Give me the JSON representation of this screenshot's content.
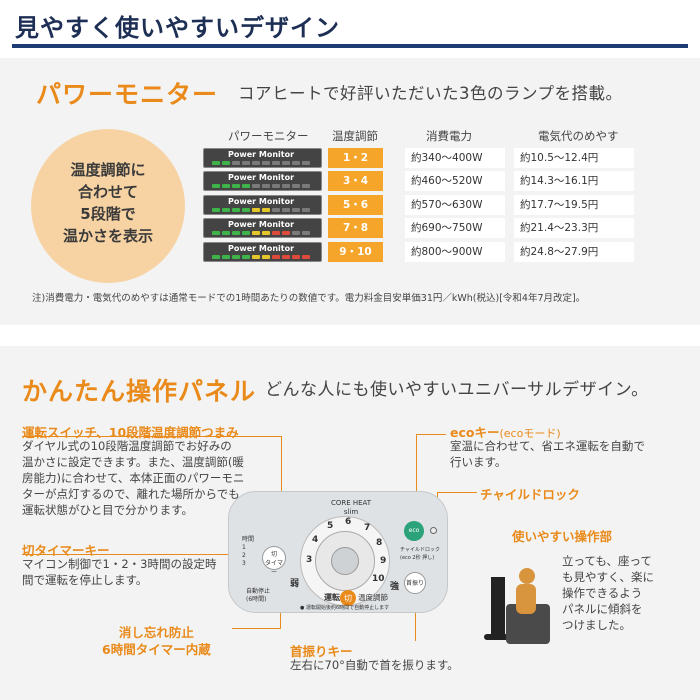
{
  "header": {
    "title": "見やすく使いやすいデザイン"
  },
  "monitor": {
    "heading": "パワーモニター",
    "lead": "コアヒートで好評いただいた3色のランプを搭載。",
    "circle_text": "温度調節に\n合わせて\n5段階で\n温かさを表示",
    "columns": [
      "パワーモニター",
      "温度調節",
      "消費電力",
      "電気代のめやす"
    ],
    "pm_label": "Power Monitor",
    "rows": [
      {
        "temp": "1・2",
        "power": "約340〜400W",
        "cost": "約10.5〜12.4円",
        "lamps": [
          "#3db34a",
          "#3db34a",
          "#7a7a7a",
          "#7a7a7a",
          "#7a7a7a",
          "#7a7a7a",
          "#7a7a7a",
          "#7a7a7a",
          "#7a7a7a",
          "#7a7a7a"
        ]
      },
      {
        "temp": "3・4",
        "power": "約460〜520W",
        "cost": "約14.3〜16.1円",
        "lamps": [
          "#3db34a",
          "#3db34a",
          "#3db34a",
          "#3db34a",
          "#7a7a7a",
          "#7a7a7a",
          "#7a7a7a",
          "#7a7a7a",
          "#7a7a7a",
          "#7a7a7a"
        ]
      },
      {
        "temp": "5・6",
        "power": "約570〜630W",
        "cost": "約17.7〜19.5円",
        "lamps": [
          "#3db34a",
          "#3db34a",
          "#3db34a",
          "#3db34a",
          "#e6c72a",
          "#e6c72a",
          "#7a7a7a",
          "#7a7a7a",
          "#7a7a7a",
          "#7a7a7a"
        ]
      },
      {
        "temp": "7・8",
        "power": "約690〜750W",
        "cost": "約21.4〜23.3円",
        "lamps": [
          "#3db34a",
          "#3db34a",
          "#3db34a",
          "#3db34a",
          "#e6c72a",
          "#e6c72a",
          "#e04a3a",
          "#e04a3a",
          "#7a7a7a",
          "#7a7a7a"
        ]
      },
      {
        "temp": "9・10",
        "power": "約800〜900W",
        "cost": "約24.8〜27.9円",
        "lamps": [
          "#3db34a",
          "#3db34a",
          "#3db34a",
          "#3db34a",
          "#e6c72a",
          "#e6c72a",
          "#e04a3a",
          "#e04a3a",
          "#e04a3a",
          "#e04a3a"
        ]
      }
    ],
    "note": "注)消費電力・電気代のめやすは通常モードでの1時間あたりの数値です。電力料金目安単価31円／kWh(税込)[令和4年7月改定]。"
  },
  "panel": {
    "heading": "かんたん操作パネル",
    "lead": "どんな人にも使いやすいユニバーサルデザイン。",
    "dial_label": "運転スイッチ、10段階温度調節つまみ",
    "dial_desc": "ダイヤル式の10段階温度調節でお好みの\n温かさに設定できます。また、温度調節(暖\n房能力)に合わせて、本体正面のパワーモニ\nターが点灯するので、離れた場所からでも\n運転状態がひと目で分かります。",
    "timer_label": "切タイマーキー",
    "timer_desc": "マイコン制御で1・2・3時間の設定時\n間で運転を停止します。",
    "safety_label": "消し忘れ防止\n6時間タイマー内蔵",
    "swing_label": "首振りキー",
    "swing_desc": "左右に70°自動で首を振ります。",
    "eco_label": "ecoキー",
    "eco_mode": "(ecoモード)",
    "eco_desc": "室温に合わせて、省エネ運転を自動で\n行います。",
    "childlock_label": "チャイルドロック",
    "easy_label": "使いやすい操作部",
    "easy_desc": "立っても、座って\nも見やすく、楽に\n操作できるよう\nパネルに傾斜を\nつけました。",
    "brand": "CORE HEAT\nslim",
    "dial_numbers": [
      "3",
      "4",
      "5",
      "6",
      "7",
      "8",
      "9",
      "10"
    ],
    "weak": "弱",
    "strong": "強",
    "run_text": "運転",
    "off_text": "切",
    "temp_adjust": "温度調節",
    "timer_btn": "切\nタイマー",
    "timer_hours": "時間\n1\n2\n3",
    "swing_btn": "首振り",
    "eco_btn": "eco",
    "child_small": "チャイルドロック\n(eco 2秒 押し)",
    "auto_stop": "自動停止\n(6時間)",
    "note_small": "● 運転開始後約6時間で自動停止します",
    "colors": {
      "accent": "#e98a1a",
      "navy": "#1d2f55",
      "eco_green": "#2ca27a"
    }
  }
}
